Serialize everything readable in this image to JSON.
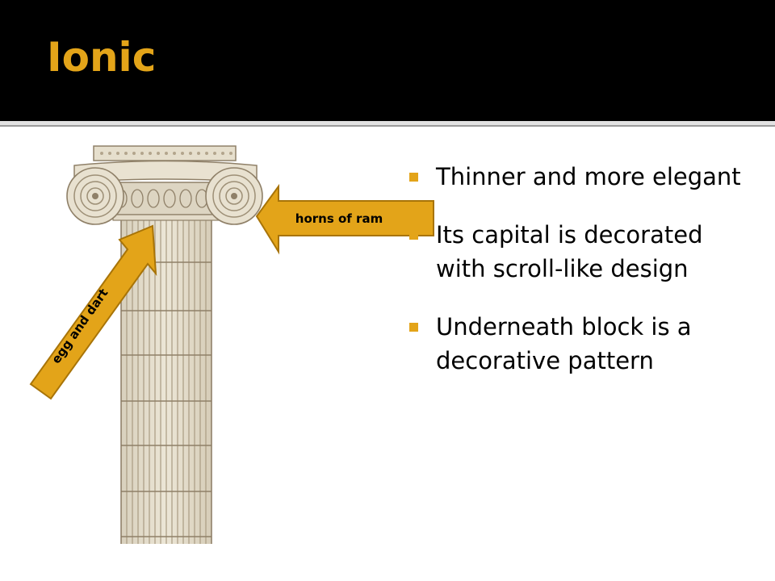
{
  "slide": {
    "title": "Ionic",
    "title_color": "#e3a419",
    "background": "#ffffff",
    "title_bar_color": "#000000",
    "accent": "#e3a419"
  },
  "callouts": {
    "horns": {
      "label": "horns of ram"
    },
    "egg_dart": {
      "label": "egg and dart"
    }
  },
  "bullets": [
    {
      "text": "Thinner and more elegant"
    },
    {
      "text": "Its capital is  decorated with scroll-like design"
    },
    {
      "text": "Underneath block is a decorative pattern"
    }
  ],
  "icons": {
    "bullet": "square-bullet-icon",
    "column": "ionic-column-illustration"
  }
}
